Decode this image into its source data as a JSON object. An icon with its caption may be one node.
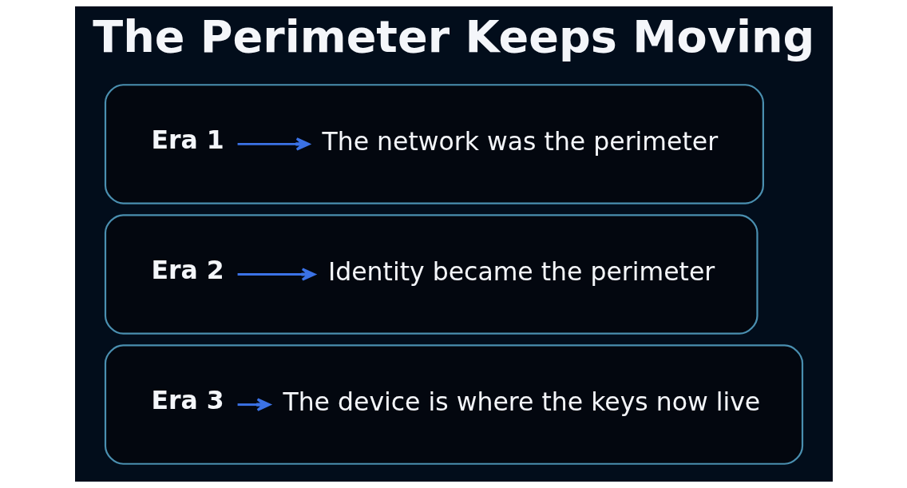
{
  "diagram": {
    "title": "The Perimeter Keeps Moving",
    "nodes": [
      {
        "text": [],
        "shape": "box"
      },
      {
        "text": [
          "Era 1"
        ],
        "in": 0
      },
      {
        "text": [
          "The network was the perimeter"
        ],
        "in": 0
      },
      {
        "text": [],
        "shape": "box"
      },
      {
        "text": [
          "Era 2"
        ],
        "in": 3
      },
      {
        "text": [
          "Identity became the perimeter"
        ],
        "in": 3
      },
      {
        "text": [],
        "shape": "box"
      },
      {
        "text": [
          "Era 3"
        ],
        "in": 6
      },
      {
        "text": [
          "The device is where the keys now live"
        ],
        "in": 6
      }
    ],
    "edges": [
      {
        "from": 1,
        "to": 2,
        "arrow": "to"
      },
      {
        "from": 4,
        "to": 5,
        "arrow": "to"
      },
      {
        "from": 7,
        "to": 8,
        "arrow": "to"
      }
    ]
  }
}
